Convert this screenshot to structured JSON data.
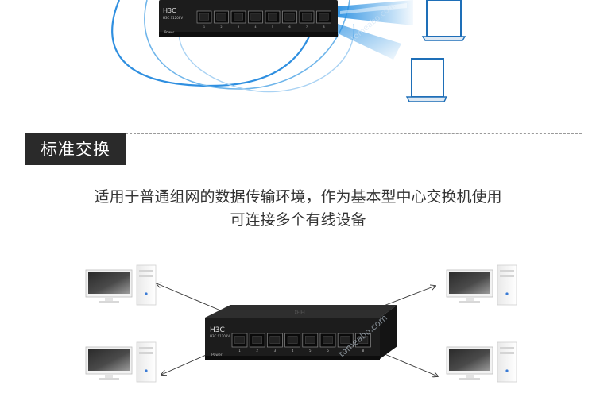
{
  "hero": {
    "switch_brand": "H3C",
    "switch_model": "H3C  S1208V",
    "power_label": "Power",
    "port_numbers": [
      "1",
      "2",
      "3",
      "4",
      "5",
      "6",
      "7",
      "8"
    ],
    "watermark": "tomeabo.com"
  },
  "section": {
    "title": "标准交换"
  },
  "description": {
    "line1": "适用于普通组网的数据传输环境，作为基本型中心交换机使用",
    "line2": "可连接多个有线设备"
  },
  "diagram": {
    "switch_brand": "H3C",
    "switch_model": "H3C  S1208V",
    "power_label": "Power",
    "top_logo": "H3C",
    "port_numbers": [
      "1",
      "2",
      "3",
      "4",
      "5",
      "6",
      "7",
      "8"
    ],
    "watermark": "tomeabo.com"
  },
  "colors": {
    "wifi_blue": "#1e8ae0",
    "ring_blue": "#2f8fe0",
    "section_bg": "#2a2a2a",
    "switch_body": "#1c1c1c"
  }
}
